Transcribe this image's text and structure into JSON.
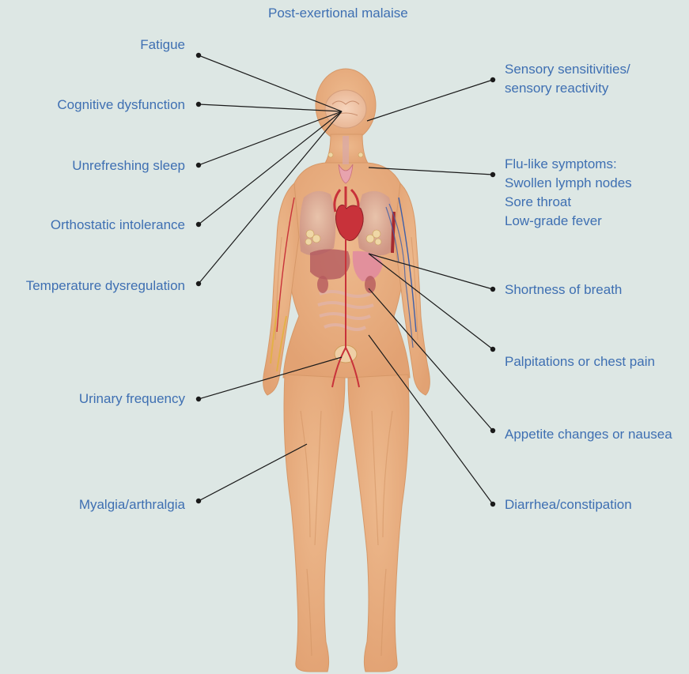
{
  "header": {
    "title": "Post-exertional malaise"
  },
  "labels": {
    "fatigue": "Fatigue",
    "cognitive": "Cognitive dysfunction",
    "sleep": "Unrefreshing sleep",
    "orthostatic": "Orthostatic intolerance",
    "temperature": "Temperature dysregulation",
    "urinary": "Urinary frequency",
    "myalgia": "Myalgia/arthralgia",
    "sensory": [
      "Sensory sensitivities/",
      "sensory reactivity"
    ],
    "flu": [
      "Flu-like symptoms:",
      "Swollen lymph nodes",
      "Sore throat",
      "Low-grade fever"
    ],
    "breath": "Shortness of breath",
    "palpitations": "Palpitations or chest pain",
    "appetite": "Appetite changes or nausea",
    "diarrhea": "Diarrhea/constipation"
  },
  "colors": {
    "background": "#dde7e4",
    "label_text": "#3e6fb2",
    "leader_line": "#1a1a1a",
    "body_skin": "#e8ad7f",
    "organ_red": "#c8323a",
    "organ_pink": "#e89aa6"
  },
  "icons": {
    "figure": "human-anatomy-figure"
  }
}
